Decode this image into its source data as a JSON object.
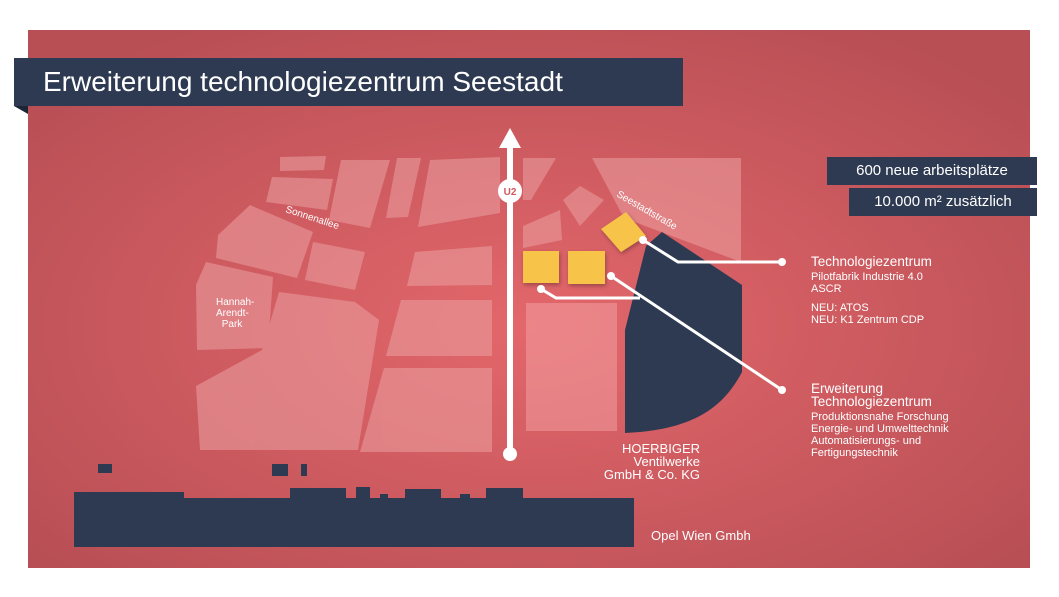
{
  "title": "Erweiterung technologiezentrum Seestadt",
  "stats": [
    "600 neue arbeitsplätze",
    "10.000 m² zusätzlich"
  ],
  "streets": {
    "sonnenallee": "Sonnenallee",
    "seestadtstrasse": "Seestadtstraße"
  },
  "park": [
    "Hannah-",
    "Arendt-",
    "Park"
  ],
  "metro_line": "U2",
  "technologiezentrum": {
    "heading": "Technologiezentrum",
    "lines": [
      "Pilotfabrik Industrie 4.0",
      "ASCR"
    ],
    "new_lines": [
      "NEU: ATOS",
      "NEU: K1 Zentrum CDP"
    ]
  },
  "erweiterung": {
    "heading": [
      "Erweiterung",
      "Technologiezentrum"
    ],
    "lines": [
      "Produktionsnahe Forschung",
      "Energie- und Umwelttechnik",
      "Automatisierungs- und",
      "Fertigungstechnik"
    ]
  },
  "hoerbiger": [
    "HOERBIGER Ventilwerke",
    "GmbH & Co. KG"
  ],
  "opel": "Opel Wien Gmbh",
  "colors": {
    "background": "#d0595e",
    "navy": "#2e3a52",
    "building": "#f7c34a",
    "block": "#e38a8d"
  }
}
